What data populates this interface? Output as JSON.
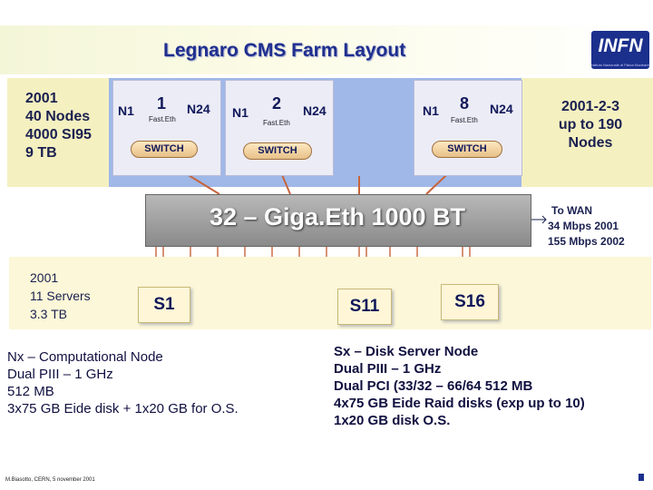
{
  "header": {
    "title": "Legnaro CMS Farm Layout",
    "logo_text": "INFN",
    "logo_subtext": "Istituto Nazionale di Fisica Nucleare"
  },
  "farm_2001": {
    "lines": [
      "2001",
      "40 Nodes",
      "4000 SI95",
      "9 TB"
    ]
  },
  "farm_future": {
    "lines": [
      "2001-2-3",
      "up to 190",
      "Nodes"
    ]
  },
  "clusters": [
    {
      "index": "1",
      "left_node": "N1",
      "right_node": "N24",
      "lan": "Fast.Eth",
      "switch": "SWITCH"
    },
    {
      "index": "2",
      "left_node": "N1",
      "right_node": "N24",
      "lan": "Fast.Eth",
      "switch": "SWITCH"
    },
    {
      "index": "8",
      "left_node": "N1",
      "right_node": "N24",
      "lan": "Fast.Eth",
      "switch": "SWITCH"
    }
  ],
  "backbone": {
    "label": "32 – Giga.Eth 1000 BT"
  },
  "wan": {
    "lines": [
      "To WAN",
      "34 Mbps 2001",
      "155 Mbps 2002"
    ]
  },
  "servers_2001": {
    "lines": [
      "2001",
      "11 Servers",
      "3.3 TB"
    ]
  },
  "servers": {
    "s1": "S1",
    "s11": "S11",
    "s16": "S16"
  },
  "computational_node": {
    "lines": [
      "Nx – Computational Node",
      "Dual PIII – 1 GHz",
      "512 MB",
      "3x75 GB Eide disk + 1x20 GB for O.S."
    ]
  },
  "disk_server_node": {
    "lines": [
      "Sx – Disk Server Node",
      "Dual PIII – 1 GHz",
      "Dual PCI (33/32 – 66/64 512 MB",
      "4x75 GB Eide Raid disks (exp up to 10)",
      "1x20 GB disk O.S."
    ]
  },
  "footer": {
    "author": "M.Biasotto, CERN, 5 november 2001"
  },
  "colors": {
    "title": "#1f2f8f",
    "yellow_panel": "#f5f0c0",
    "blue_panel": "#9fb8e8",
    "cable": "#c8643c",
    "backbone": "#8a8a8a"
  }
}
